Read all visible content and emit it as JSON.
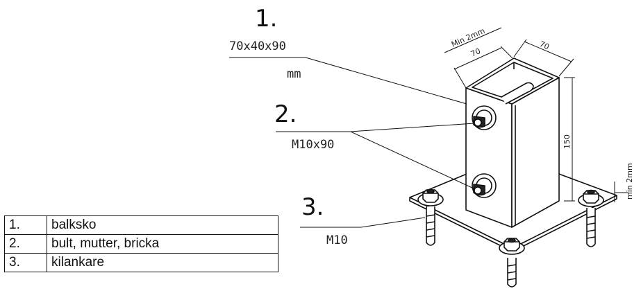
{
  "callouts": [
    {
      "number": "1.",
      "spec": "70x40x90",
      "unit": "mm"
    },
    {
      "number": "2.",
      "spec": "M10x90"
    },
    {
      "number": "3.",
      "spec": "M10"
    }
  ],
  "dimensions": {
    "min_thickness_top": "Min 2mm",
    "width_left": "70",
    "width_right": "70",
    "height": "150",
    "min_thickness_plate": "min 2mm"
  },
  "legend": [
    {
      "num": "1.",
      "desc": "balksko"
    },
    {
      "num": "2.",
      "desc": "bult, mutter, bricka"
    },
    {
      "num": "3.",
      "desc": "kilankare"
    }
  ]
}
